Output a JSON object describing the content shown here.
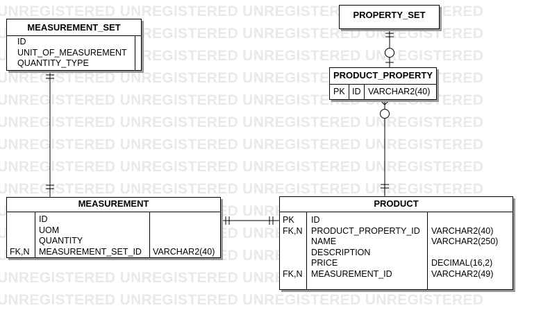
{
  "watermark": "UNREGISTERED UNREGISTERED UNREGISTERED UNREGISTERED",
  "entities": {
    "measurement_set": {
      "title": "MEASUREMENT_SET",
      "columns": [
        "ID",
        "UNIT_OF_MEASUREMENT",
        "QUANTITY_TYPE"
      ]
    },
    "property_set": {
      "title": "PROPERTY_SET"
    },
    "product_property": {
      "title": "PRODUCT_PROPERTY",
      "key": "PK",
      "column": "ID",
      "type": "VARCHAR2(40)"
    },
    "measurement": {
      "title": "MEASUREMENT",
      "keys": [
        "",
        "",
        "",
        "FK,N"
      ],
      "columns": [
        "ID",
        "UOM",
        "QUANTITY",
        "MEASUREMENT_SET_ID"
      ],
      "types": [
        "",
        "",
        "",
        "VARCHAR2(40)"
      ]
    },
    "product": {
      "title": "PRODUCT",
      "keys": [
        "PK",
        "FK,N",
        "",
        "",
        "",
        "FK,N"
      ],
      "columns": [
        "ID",
        "PRODUCT_PROPERTY_ID",
        "NAME",
        "DESCRIPTION",
        "PRICE",
        "MEASUREMENT_ID"
      ],
      "types": [
        "",
        "VARCHAR2(40)",
        "VARCHAR2(250)",
        "",
        "DECIMAL(16,2)",
        "VARCHAR2(49)"
      ]
    }
  },
  "relationships": [
    {
      "from": "measurement_set",
      "to": "measurement",
      "from_end": "one-and-only-one",
      "to_end": "one-and-only-one"
    },
    {
      "from": "property_set",
      "to": "product_property",
      "from_end": "one-and-only-one",
      "to_end": "zero-or-one"
    },
    {
      "from": "product_property",
      "to": "product",
      "from_end": "zero-or-many",
      "to_end": "one-and-only-one"
    },
    {
      "from": "measurement",
      "to": "product",
      "from_end": "one-and-only-one",
      "to_end": "one-and-only-one"
    }
  ]
}
